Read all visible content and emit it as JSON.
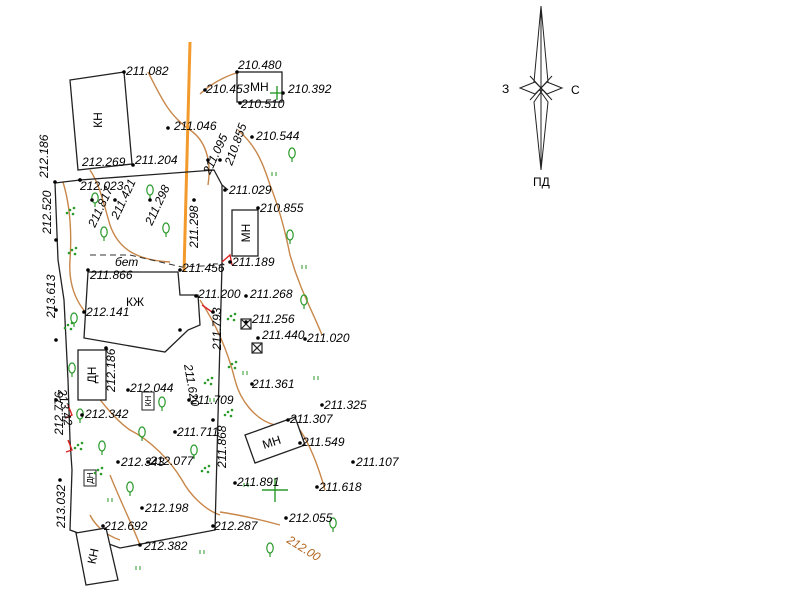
{
  "compass": {
    "west": "З",
    "east": "С",
    "south": "ПД"
  },
  "buildings": {
    "kn_top": "КН",
    "kn_bottom": "КН",
    "mn_top": "МН",
    "mn_mid": "МН",
    "mn_low": "МН",
    "kzh": "КЖ",
    "dn_left": "ДН",
    "dn_small": "ДН",
    "kn_small": "КН"
  },
  "notes": {
    "bet": "бет"
  },
  "contour_label": "212.00",
  "elevations": [
    "211.082",
    "210.480",
    "210.453",
    "210.392",
    "210.510",
    "211.046",
    "210.544",
    "210.855",
    "211.095",
    "212.186",
    "212.269",
    "211.204",
    "211.029",
    "210.855",
    "212.023",
    "212.520",
    "211.817",
    "211.421",
    "211.298",
    "211.298",
    "211.866",
    "211.456",
    "211.189",
    "213.613",
    "211.200",
    "211.268",
    "212.141",
    "211.793",
    "211.256",
    "211.440",
    "211.020",
    "211.620",
    "212.186",
    "213.42",
    "212.044",
    "211.361",
    "212.776",
    "212.342",
    "211.709",
    "211.325",
    "211.307",
    "211.711",
    "211.868",
    "211.549",
    "212.343",
    "212.077",
    "211.107",
    "211.891",
    "211.618",
    "213.032",
    "212.198",
    "212.055",
    "212.692",
    "212.287",
    "212.382"
  ]
}
